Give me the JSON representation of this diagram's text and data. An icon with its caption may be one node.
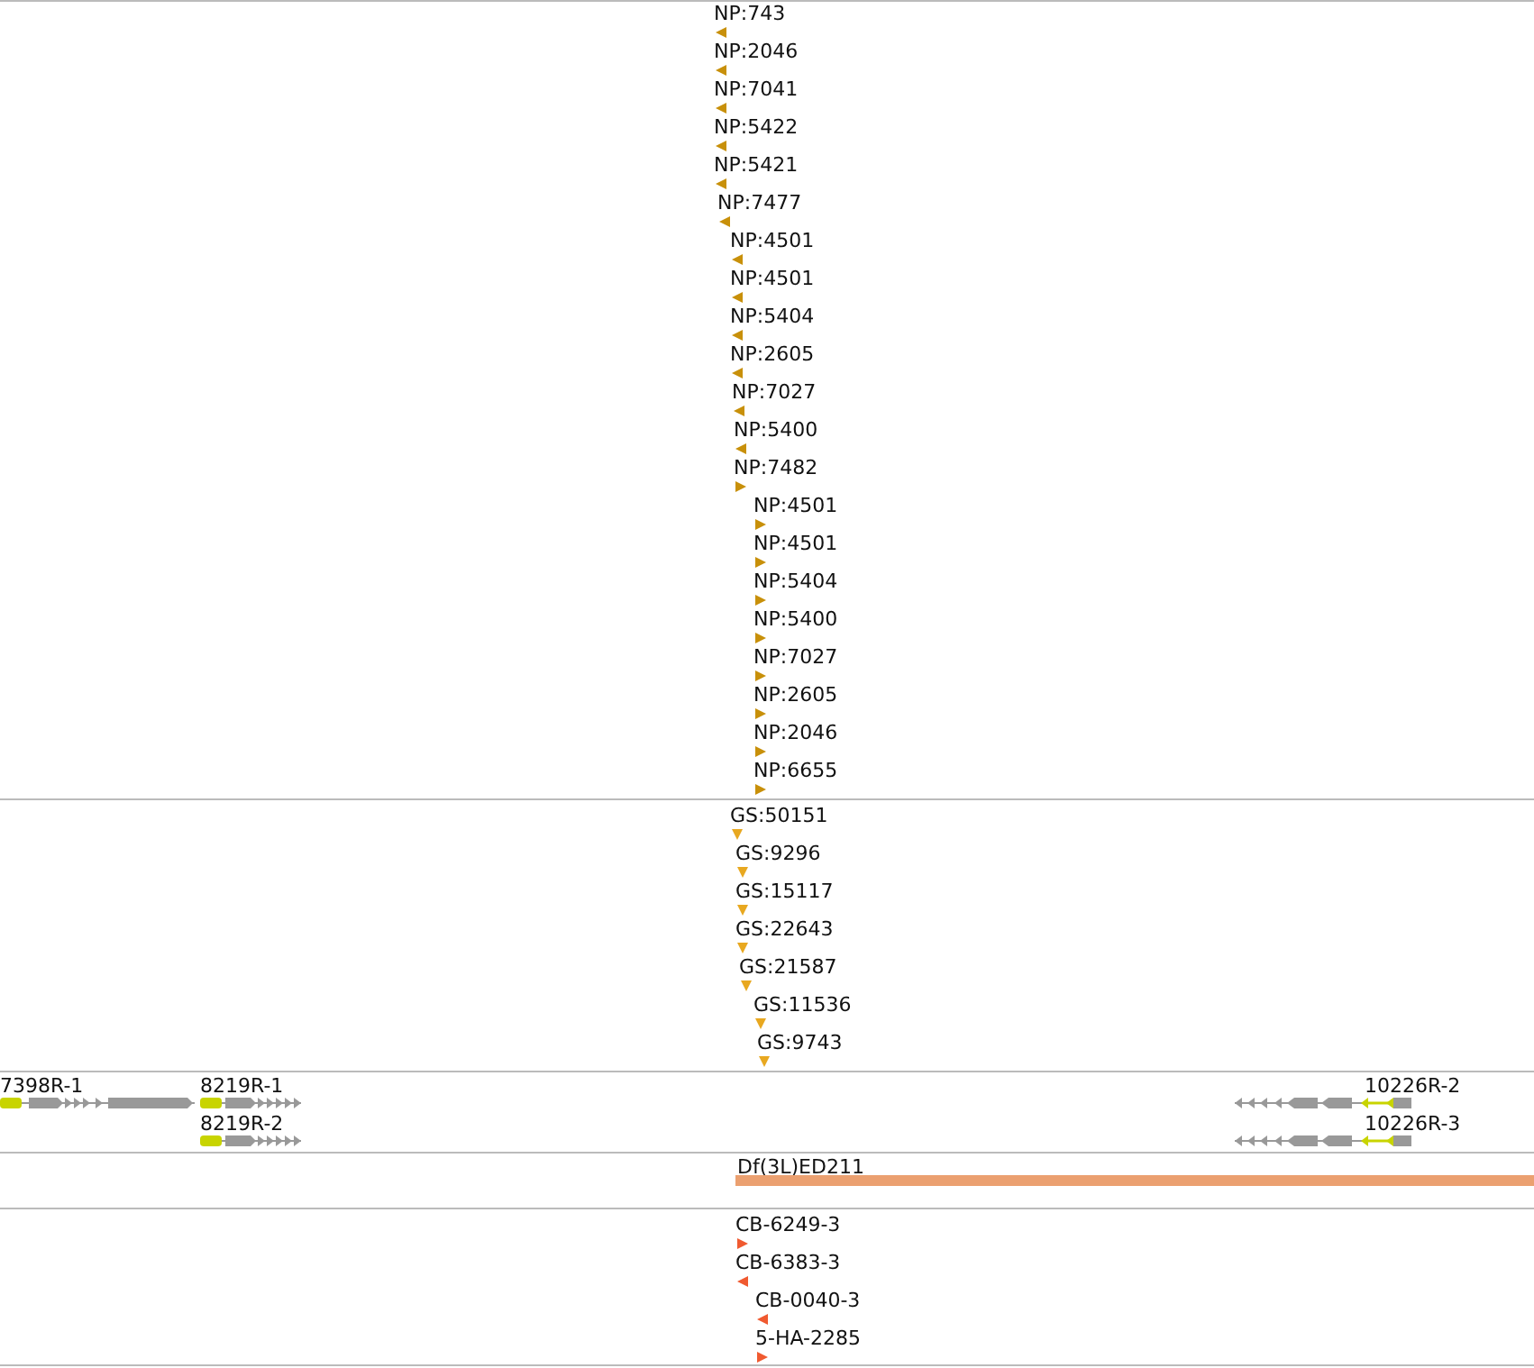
{
  "diagram": {
    "labels": [
      "NP:743",
      "NP:2046",
      "NP:7041",
      "NP:5422",
      "NP:5421",
      "NP:7477",
      "NP:4501",
      "NP:4501",
      "NP:5404",
      "NP:2605",
      "NP:7027",
      "NP:5400",
      "NP:7482",
      "NP:4501",
      "NP:4501",
      "NP:5404",
      "NP:5400",
      "NP:7027",
      "NP:2605",
      "NP:2046",
      "NP:6655",
      "GS:50151",
      "GS:9296",
      "GS:15117",
      "GS:22643",
      "GS:21587",
      "GS:11536",
      "GS:9743",
      "7398R-1",
      "8219R-1",
      "8219R-2",
      "10226R-2",
      "10226R-3",
      "Df(3L)ED211",
      "CB-6249-3",
      "CB-6383-3",
      "CB-0040-3",
      "5-HA-2285"
    ]
  }
}
